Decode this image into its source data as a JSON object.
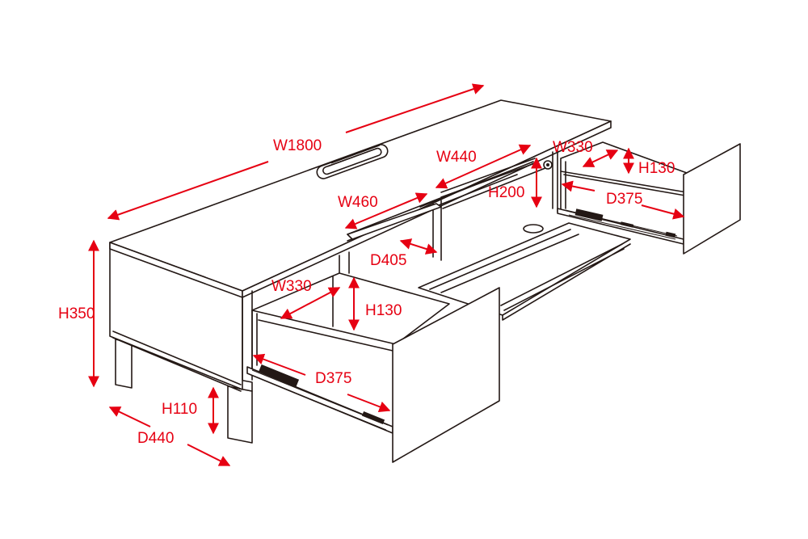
{
  "colors": {
    "dimension": "#e60012",
    "outline": "#231815",
    "background": "#ffffff"
  },
  "dimensions": {
    "overall_width": "W1800",
    "overall_height": "H350",
    "leg_height": "H110",
    "overall_depth": "D440",
    "shelf_width_left": "W460",
    "shelf_width_right": "W440",
    "shelf_depth": "D405",
    "opening_height": "H200",
    "drawer_left_width": "W330",
    "drawer_left_height": "H130",
    "drawer_left_depth": "D375",
    "drawer_right_width": "W330",
    "drawer_right_height": "H130",
    "drawer_right_depth": "D375"
  }
}
